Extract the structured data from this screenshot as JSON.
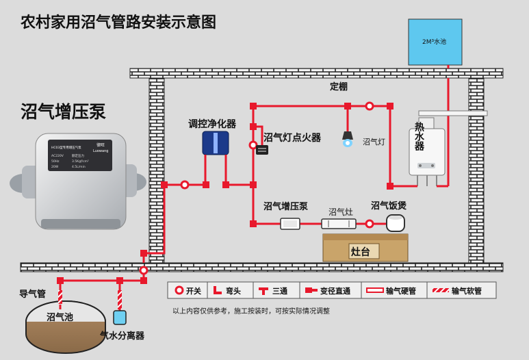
{
  "title": "农村家用沼气管路安装示意图",
  "pump_heading": "沼气增压泵",
  "pump_device": {
    "brand": "律旺",
    "brand_en": "Luowang",
    "model": "HC03型专用增压气泵",
    "line1": "AC220V",
    "line2": "额定压力",
    "line3": "50Hz",
    "line4": "3.5Kgf/cm²",
    "line5": "20W",
    "line6": "4.5L/min"
  },
  "ceiling": "定棚",
  "water_tank": "2M³水池",
  "heater": "热水器",
  "regulator": "调控净化器",
  "igniter": "沼气灯点火器",
  "lamp": "沼气灯",
  "booster": "沼气增压泵",
  "stove": "沼气灶",
  "rice_cooker": "沼气饭煲",
  "stove_platform": "灶台",
  "guide_pipe": "导气管",
  "digester": "沼气池",
  "separator": "气水分离器",
  "legend": {
    "switch": "开关",
    "elbow": "弯头",
    "tee": "三通",
    "reducer": "变径直通",
    "hard_pipe": "输气硬管",
    "soft_pipe": "输气软管"
  },
  "note": "以上内容仅供参考，施工按装时，可按实际情况调整",
  "colors": {
    "pipe": "#e8192c",
    "background": "#dcdcdc",
    "wall": "#2b2b2b",
    "tank": "#5ec8ef",
    "separator": "#6fd0f2",
    "platform": "#c9a46a",
    "ground_soil": "#a08060"
  }
}
